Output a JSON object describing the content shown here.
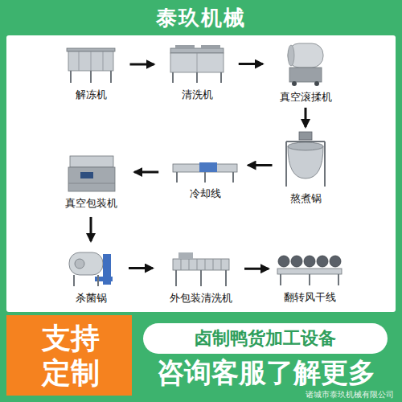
{
  "diagram": {
    "title": "泰玖机械",
    "nodes": [
      {
        "text": [
          "解冻机"
        ]
      },
      {
        "text": [
          "清洗机"
        ]
      },
      {
        "text": [
          "真空滚揉机"
        ]
      },
      {
        "text": [
          "真空包装机"
        ]
      },
      {
        "text": [
          "冷却线"
        ]
      },
      {
        "text": [
          "熬煮锅"
        ]
      },
      {
        "text": [
          "杀菌锅"
        ]
      },
      {
        "text": [
          "外包装清洗机"
        ]
      },
      {
        "text": [
          "翻转风干线"
        ]
      }
    ],
    "edges": [
      {
        "from": 0,
        "to": 1,
        "arrow": "to"
      },
      {
        "from": 1,
        "to": 2,
        "arrow": "to"
      },
      {
        "from": 2,
        "to": 5,
        "arrow": "to"
      },
      {
        "from": 5,
        "to": 4,
        "arrow": "to"
      },
      {
        "from": 4,
        "to": 3,
        "arrow": "to"
      },
      {
        "from": 3,
        "to": 6,
        "arrow": "to"
      },
      {
        "from": 6,
        "to": 7,
        "arrow": "to"
      },
      {
        "from": 7,
        "to": 8,
        "arrow": "to"
      }
    ],
    "labels": [
      "支持 定制",
      "卤制鸭货加工设备",
      "咨询客服了解更多",
      "诸城市泰玖机械有限公司"
    ]
  }
}
